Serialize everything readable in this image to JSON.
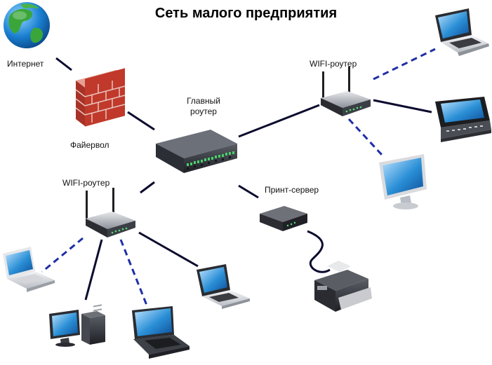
{
  "title": "Сеть малого предприятия",
  "labels": {
    "internet": "Интернет",
    "firewall": "Файервол",
    "main_router": "Главный\nроутер",
    "wifi_router_right": "WIFI-роутер",
    "wifi_router_left": "WIFI-роутер",
    "print_server": "Принт-сервер"
  },
  "colors": {
    "wired_link": "#0a0a2e",
    "wireless_link": "#1f2fa6",
    "screen_blue": "#2a8fd6",
    "brick_red": "#c0392b"
  },
  "icons": {
    "internet": "globe-icon",
    "firewall": "brick-wall-icon",
    "main_router": "network-switch-icon",
    "wifi_router": "wifi-router-icon",
    "print_server": "print-server-icon",
    "printer": "printer-icon",
    "laptop": "laptop-icon",
    "tablet": "tablet-icon",
    "monitor": "monitor-icon",
    "desktop": "desktop-pc-icon"
  }
}
